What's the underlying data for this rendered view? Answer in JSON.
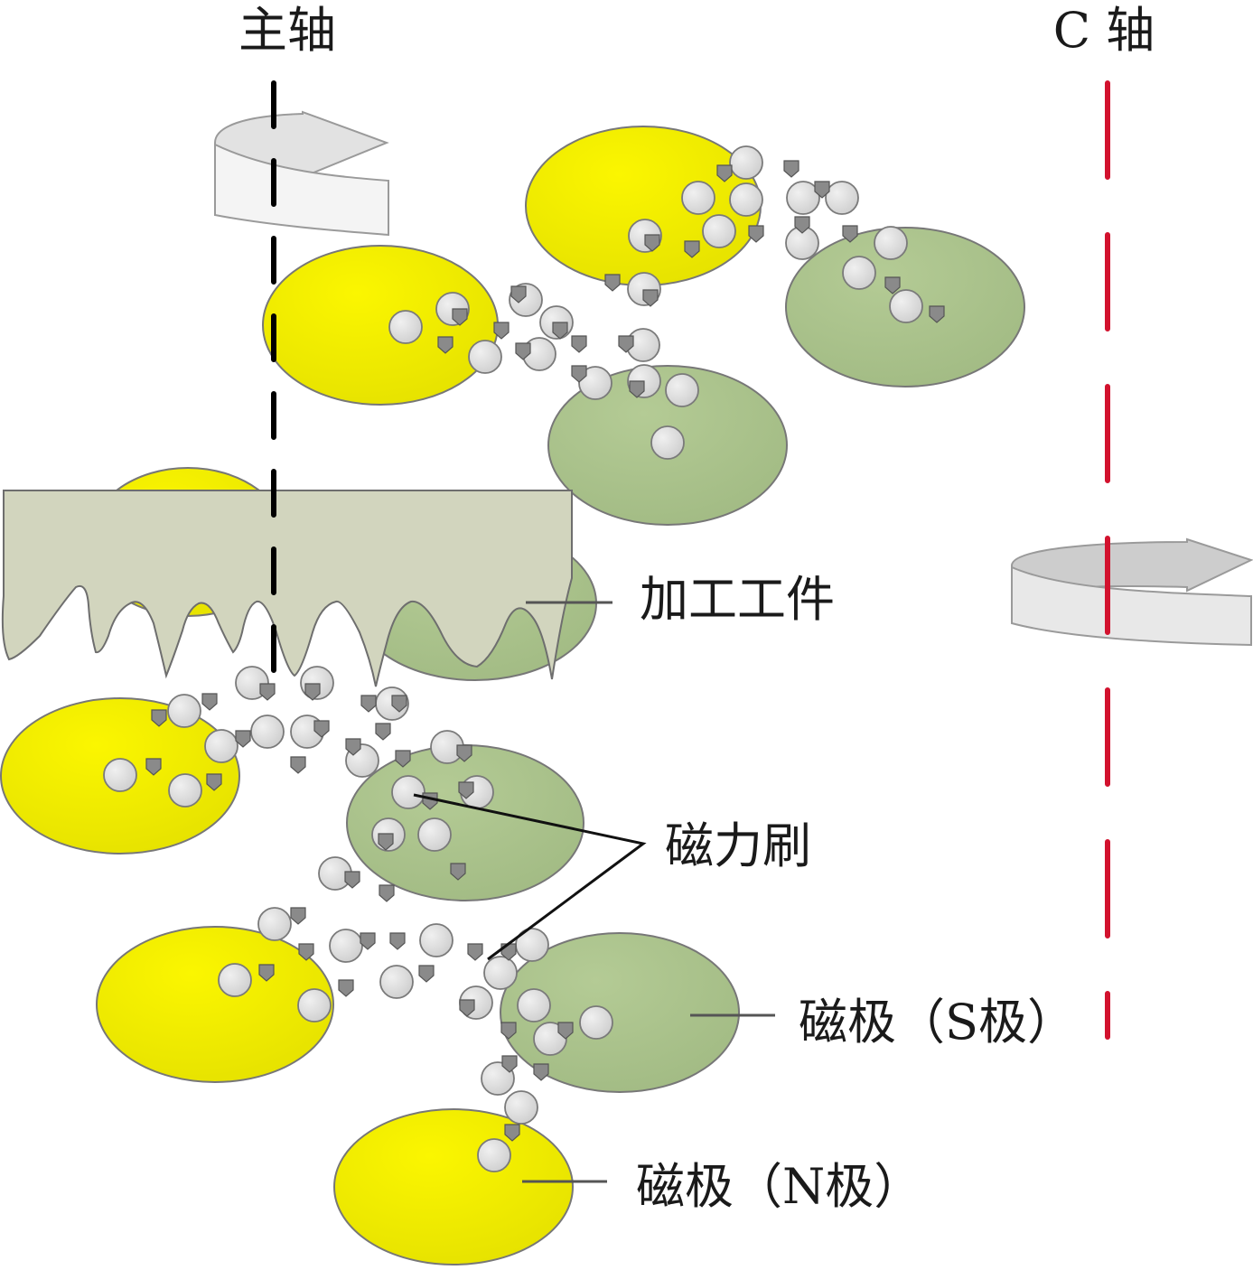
{
  "labels": {
    "spindle_axis": "主轴",
    "c_axis": "C 轴",
    "workpiece": "加工工件",
    "magnetic_brush": "磁力刷",
    "pole_s": "磁极（S极）",
    "pole_n": "磁极（N极）"
  },
  "colors": {
    "pole_n": "#F2EC00",
    "pole_s": "#A9C18A",
    "workpiece": "#D2D5BE",
    "abrasive_particle": "#8A8A8A",
    "iron_particle": "#D9D9D9",
    "spindle_axis_line": "#000000",
    "c_axis_line": "#D2122E"
  },
  "icons": {
    "spindle_rotation": "rotation-arrow-icon",
    "c_axis_rotation": "rotation-arrow-icon"
  }
}
